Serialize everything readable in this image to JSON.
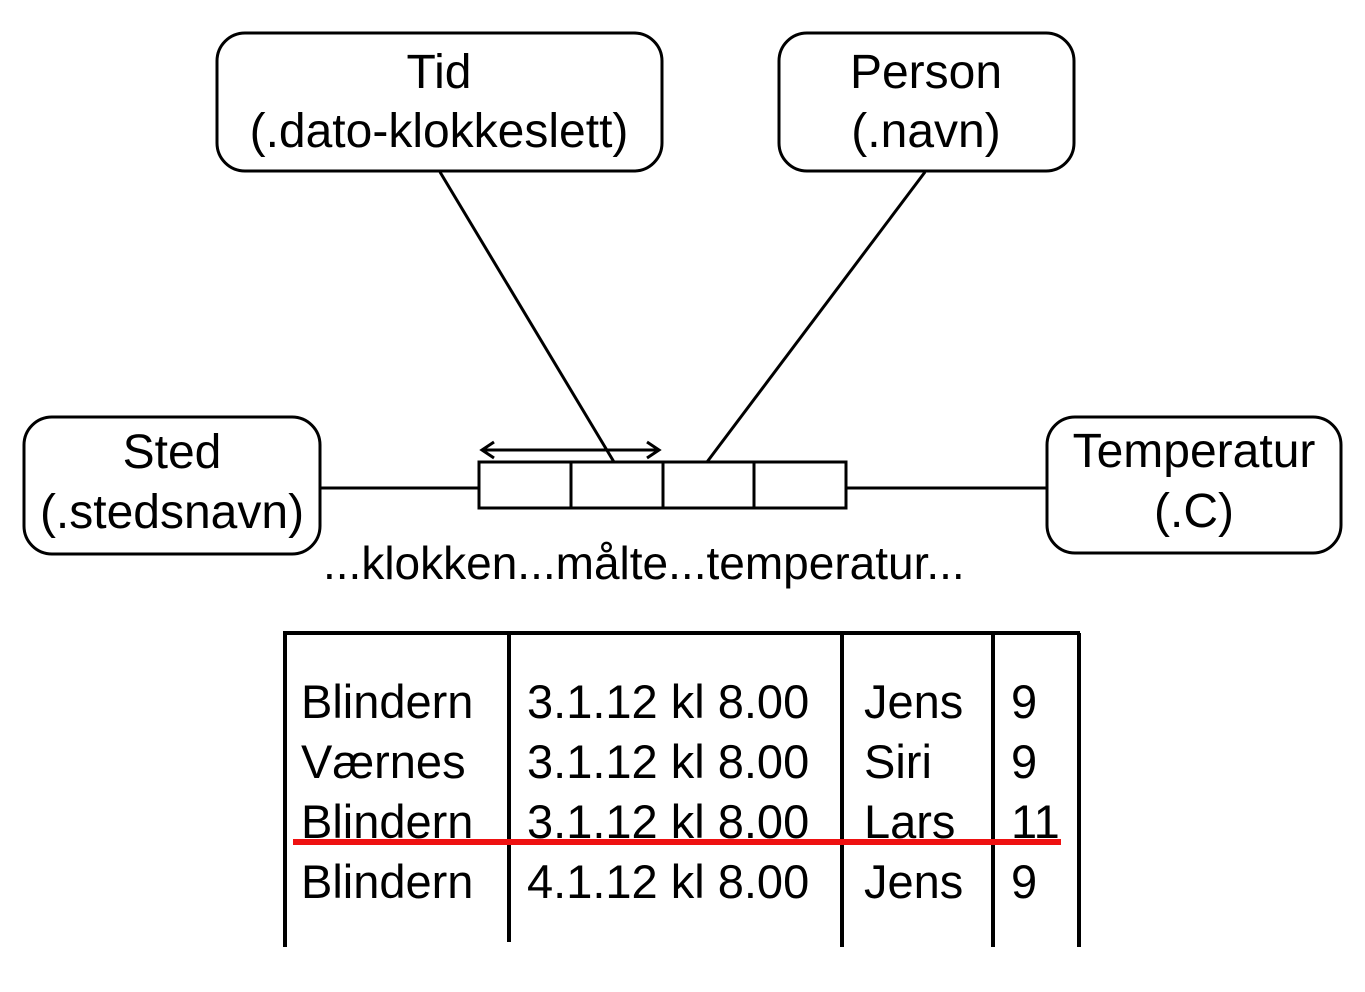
{
  "entities": {
    "tid": {
      "name": "Tid",
      "identifier": "(.dato-klokkeslett)"
    },
    "person": {
      "name": "Person",
      "identifier": "(.navn)"
    },
    "sted": {
      "name": "Sted",
      "identifier": "(.stedsnavn)"
    },
    "temperatur": {
      "name": "Temperatur",
      "identifier": "(.C)"
    }
  },
  "reading": "...klokken...målte...temperatur...",
  "table": {
    "rows": [
      {
        "sted": "Blindern",
        "tid": "3.1.12 kl 8.00",
        "person": "Jens",
        "temperatur": "9",
        "struck": false
      },
      {
        "sted": "Værnes",
        "tid": "3.1.12 kl 8.00",
        "person": "Siri",
        "temperatur": "9",
        "struck": false
      },
      {
        "sted": "Blindern",
        "tid": "3.1.12 kl 8.00",
        "person": "Lars",
        "temperatur": "11",
        "struck": true
      },
      {
        "sted": "Blindern",
        "tid": "4.1.12 kl 8.00",
        "person": "Jens",
        "temperatur": "9",
        "struck": false
      }
    ]
  },
  "colors": {
    "stroke": "#000000",
    "strike": "#ee1111",
    "background": "#ffffff"
  }
}
